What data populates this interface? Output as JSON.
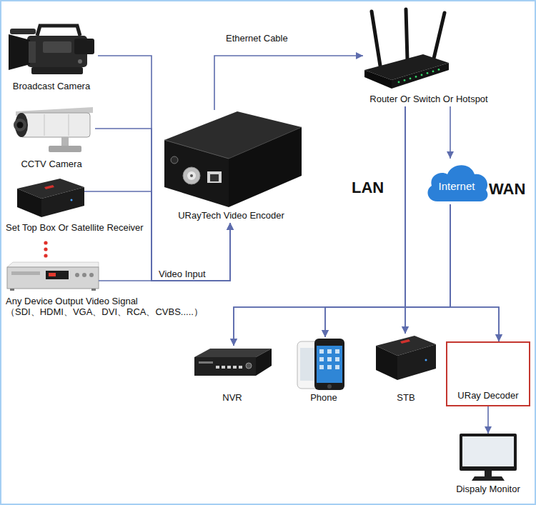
{
  "diagram": {
    "nodes": [
      {
        "text": [
          "Broadcast Camera"
        ]
      },
      {
        "text": [
          "CCTV Camera"
        ]
      },
      {
        "text": [
          "Set Top Box Or Satellite Receiver"
        ]
      },
      {
        "text": [
          "Any Device Output Video Signal",
          "（SDI、HDMI、VGA、DVI、RCA、CVBS.....）"
        ]
      },
      {
        "text": [
          "URayTech Video Encoder"
        ]
      },
      {
        "text": [
          "Router Or Switch Or Hotspot"
        ]
      },
      {
        "text": [
          "Internet"
        ]
      },
      {
        "text": [
          "NVR"
        ]
      },
      {
        "text": [
          "Phone"
        ]
      },
      {
        "text": [
          "STB"
        ]
      },
      {
        "text": [
          "URay Decoder"
        ]
      },
      {
        "text": [
          "Dispaly Monitor"
        ]
      }
    ],
    "edges": [
      {
        "from": 0,
        "to": 4,
        "arrow": "to"
      },
      {
        "from": 1,
        "to": 4,
        "arrow": "to"
      },
      {
        "from": 2,
        "to": 4,
        "arrow": "to"
      },
      {
        "from": 3,
        "to": 4,
        "arrow": "to"
      },
      {
        "from": 4,
        "to": 5,
        "label": "Ethernet Cable",
        "arrow": "to"
      },
      {
        "from": 5,
        "to": 6,
        "arrow": "to"
      },
      {
        "from": 5,
        "to": 7,
        "arrow": "to"
      },
      {
        "from": 5,
        "to": 8,
        "arrow": "to"
      },
      {
        "from": 5,
        "to": 9,
        "arrow": "to"
      },
      {
        "from": 5,
        "to": 10,
        "arrow": "to"
      },
      {
        "from": 6,
        "to": 7,
        "arrow": "to"
      },
      {
        "from": 6,
        "to": 8,
        "arrow": "to"
      },
      {
        "from": 6,
        "to": 9,
        "arrow": "to"
      },
      {
        "from": 6,
        "to": 10,
        "arrow": "to"
      },
      {
        "from": 10,
        "to": 11,
        "arrow": "to"
      }
    ],
    "labels": [
      "Video Input",
      "LAN",
      "WAN"
    ]
  }
}
